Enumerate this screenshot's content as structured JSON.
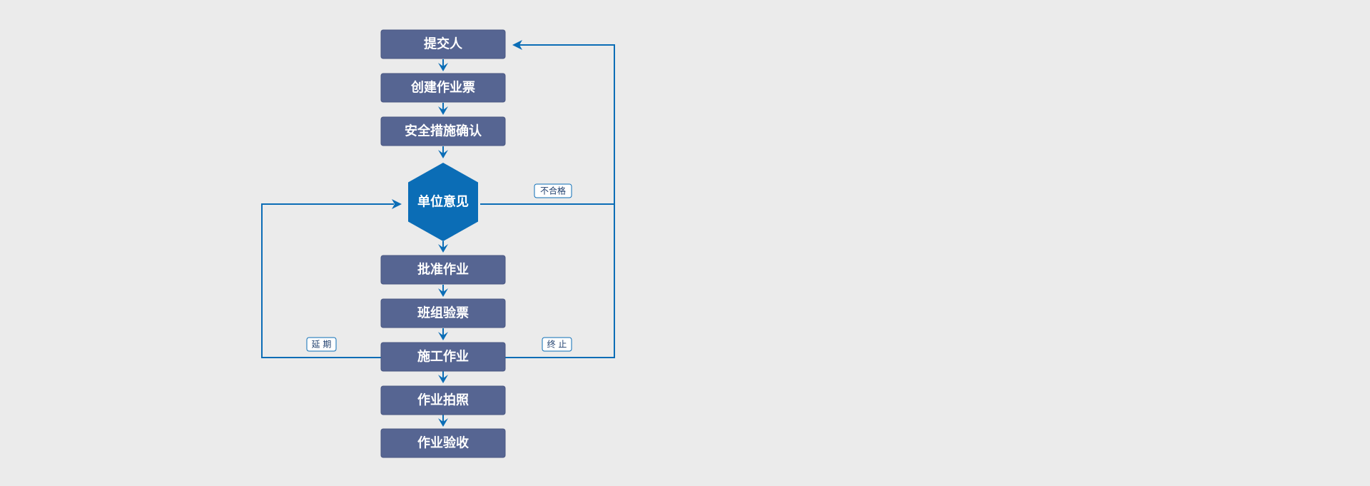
{
  "colors": {
    "background": "#ebebeb",
    "step_fill": "#566592",
    "decision_fill": "#0b6db6",
    "line": "#0b6db6",
    "tag_border": "#0b6db6"
  },
  "steps": {
    "submitter": "提交人",
    "create_ticket": "创建作业票",
    "safety_confirm": "安全措施确认",
    "approve": "批准作业",
    "team_check": "班组验票",
    "construction": "施工作业",
    "photo": "作业拍照",
    "acceptance": "作业验收"
  },
  "decision": {
    "label": "单位意见"
  },
  "tags": {
    "unqualified": "不合格",
    "delay": "延 期",
    "terminate": "终 止"
  },
  "icons": {
    "arrow": "arrow-head-icon"
  }
}
